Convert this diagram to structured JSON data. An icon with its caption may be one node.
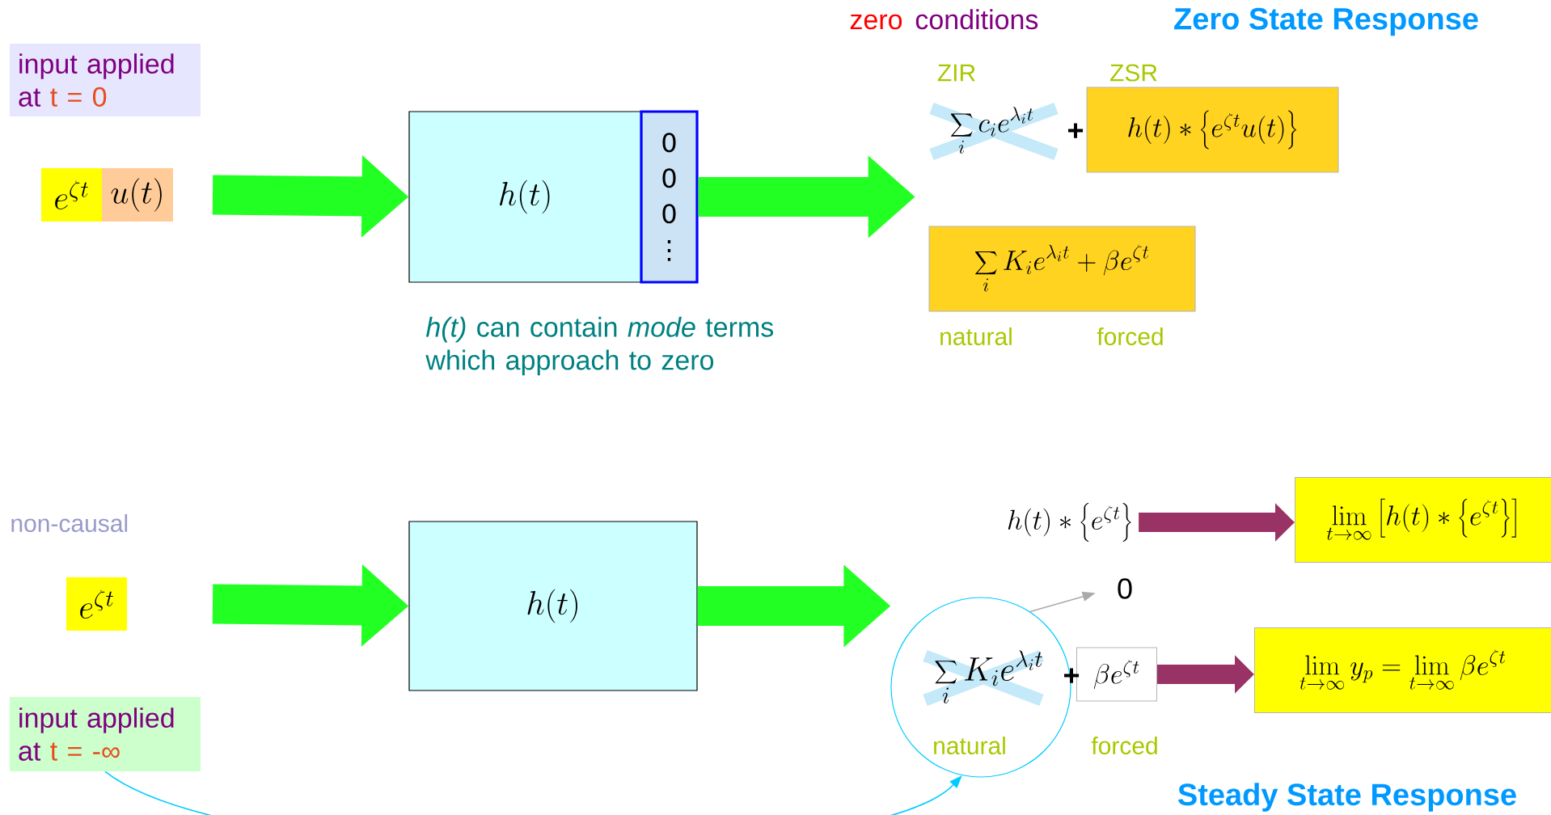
{
  "diagram": {
    "nodes": [
      {
        "text": [
          "input applied at",
          "t = 0"
        ]
      },
      {
        "text": [
          "e^{\\zeta t}"
        ]
      },
      {
        "text": [
          "u(t)"
        ]
      },
      {
        "text": [
          "h(t)"
        ]
      },
      {
        "text": [
          "0",
          "0",
          "0",
          "⋮"
        ]
      },
      {
        "text": [
          "\\sum_i c_i e^{\\lambda_i t}"
        ],
        "beside": [
          "ZIR"
        ]
      },
      {
        "text": [
          "h(t) \\ast \\left\\{ e^{\\zeta t} u(t) \\right\\}"
        ],
        "beside": [
          "ZSR"
        ]
      },
      {
        "text": [
          "\\sum_i K_i e^{\\lambda_i t} + \\beta e^{\\zeta t}"
        ],
        "beside": [
          "natural",
          "forced"
        ]
      },
      {
        "text": [
          "e^{\\zeta t}"
        ]
      },
      {
        "text": [
          "h(t)"
        ]
      },
      {
        "text": [
          "input applied at",
          "t = -∞"
        ]
      },
      {
        "text": [
          "\\sum_i K_i e^{\\lambda_i t}",
          "natural"
        ]
      },
      {
        "text": [
          "\\beta e^{\\zeta t}"
        ]
      },
      {
        "text": [
          "0"
        ]
      },
      {
        "text": [
          "h(t) \\ast \\left\\{ e^{\\zeta t} \\right\\}"
        ]
      },
      {
        "text": [
          "\\lim_{t \\to \\infty} \\left[ h(t) \\ast \\left\\{ e^{\\zeta t} \\right\\} \\right]"
        ]
      },
      {
        "text": [
          "\\lim_{t \\to \\infty} y_p = \\lim_{t \\to \\infty} \\beta e^{\\zeta t}"
        ]
      }
    ],
    "edges": [
      {
        "from": 2,
        "to": 3,
        "arrow": "to",
        "style": "thick"
      },
      {
        "from": 4,
        "to": 5,
        "arrow": "to",
        "style": "thick"
      },
      {
        "from": 8,
        "to": 9,
        "arrow": "to",
        "style": "thick"
      },
      {
        "from": 9,
        "to": 11,
        "arrow": "to",
        "style": "thick"
      },
      {
        "from": 10,
        "to": 11,
        "arrow": "to",
        "color": "#00ccff"
      },
      {
        "from": 11,
        "to": 13,
        "arrow": "to",
        "color": "#aaaaaa"
      },
      {
        "from": 14,
        "to": 15,
        "arrow": "to",
        "color": "#993366"
      },
      {
        "from": 12,
        "to": 16,
        "arrow": "to",
        "color": "#993366"
      }
    ],
    "labels": [
      "zero",
      "conditions",
      "Zero State Response",
      "+",
      "*h(t)* can contain *mode* terms which approach to zero",
      "non-causal",
      "+",
      "forced",
      "Steady State Response"
    ]
  }
}
